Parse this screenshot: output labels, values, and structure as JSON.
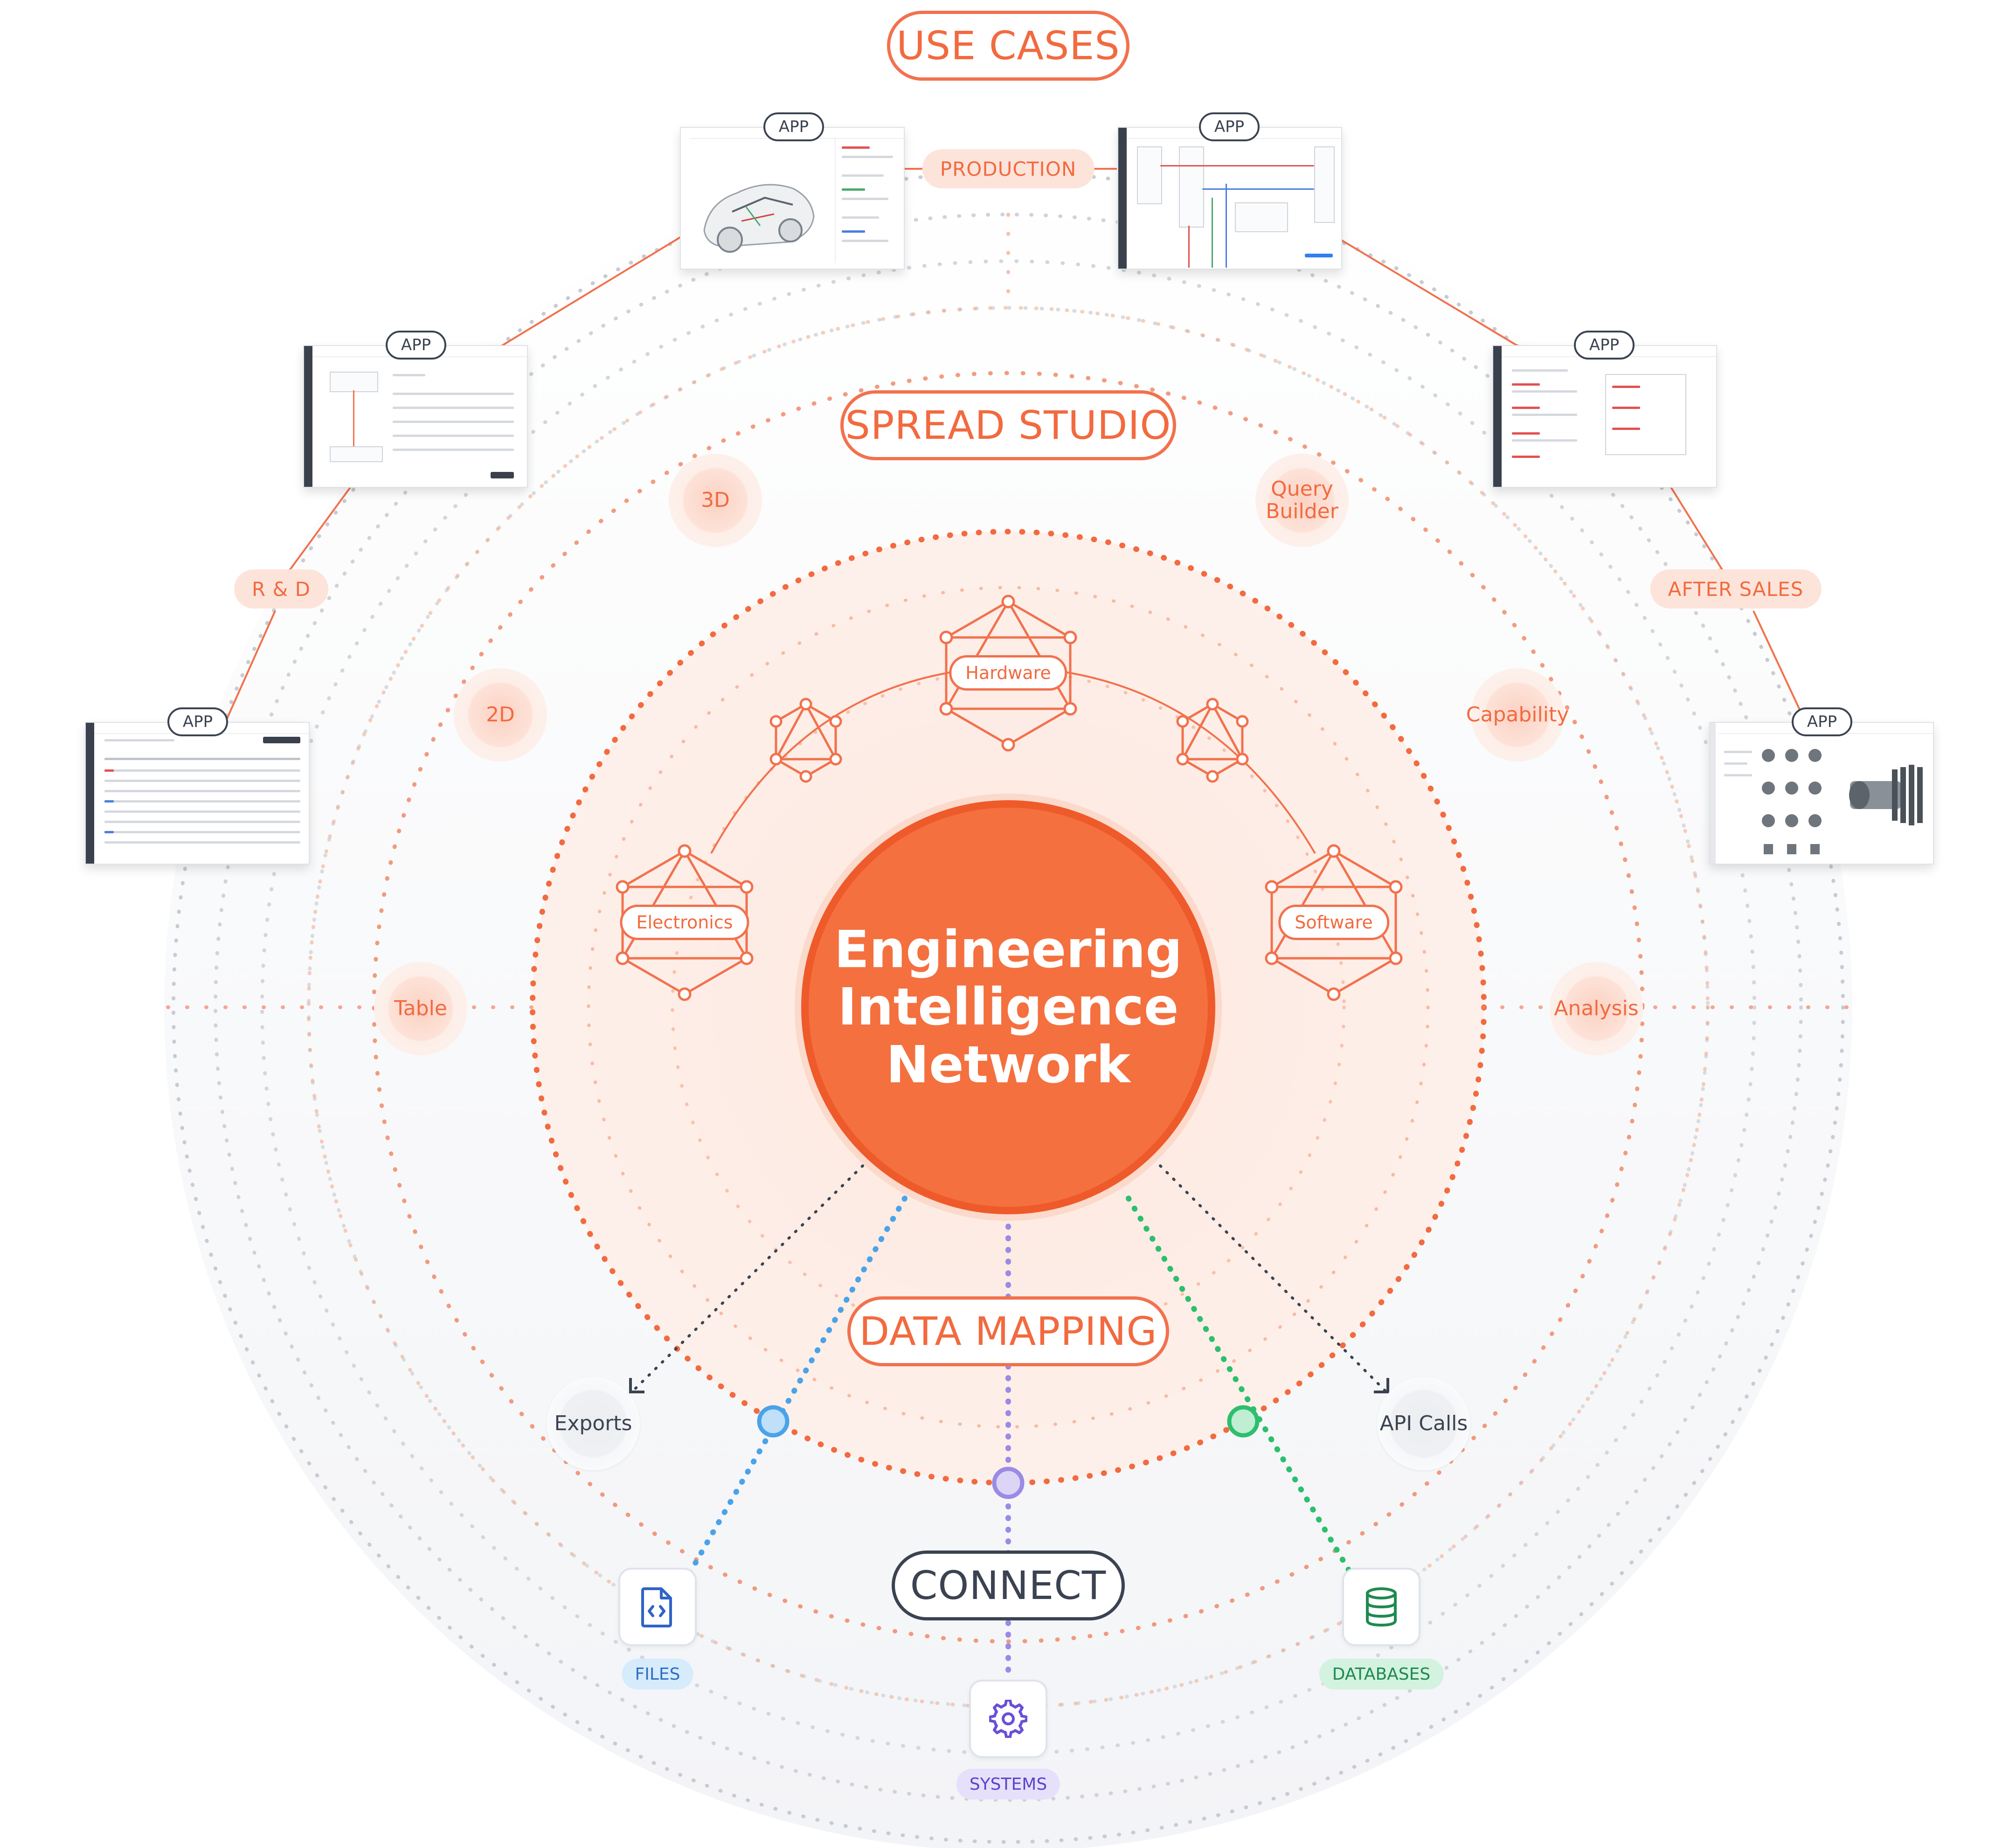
{
  "sections": {
    "use_cases": "USE CASES",
    "spread_studio": "SPREAD STUDIO",
    "data_mapping": "DATA MAPPING",
    "connect": "CONNECT"
  },
  "use_case_categories": {
    "production": "PRODUCTION",
    "rnd": "R & D",
    "after_sales": "AFTER SALES"
  },
  "app_label": "APP",
  "studio_tools": {
    "three_d": "3D",
    "query_builder": "Query\nBuilder",
    "two_d": "2D",
    "capability": "Capability",
    "table": "Table",
    "analysis": "Analysis"
  },
  "network": {
    "core_label": "Engineering\nIntelligence\nNetwork",
    "hardware": "Hardware",
    "electronics": "Electronics",
    "software": "Software"
  },
  "mapping_outputs": {
    "exports": "Exports",
    "api_calls": "API Calls"
  },
  "connect_sources": {
    "files": "FILES",
    "systems": "SYSTEMS",
    "databases": "DATABASES"
  },
  "colors": {
    "accent": "#F26A3F",
    "core_fill": "#F4703F",
    "dark": "#3B4351",
    "files_blue": "#4AA3E8",
    "systems_purple": "#9B8AE6",
    "databases_green": "#2CBF6E"
  },
  "icons": {
    "files": "code-file-icon",
    "systems": "gear-icon",
    "databases": "database-icon"
  }
}
